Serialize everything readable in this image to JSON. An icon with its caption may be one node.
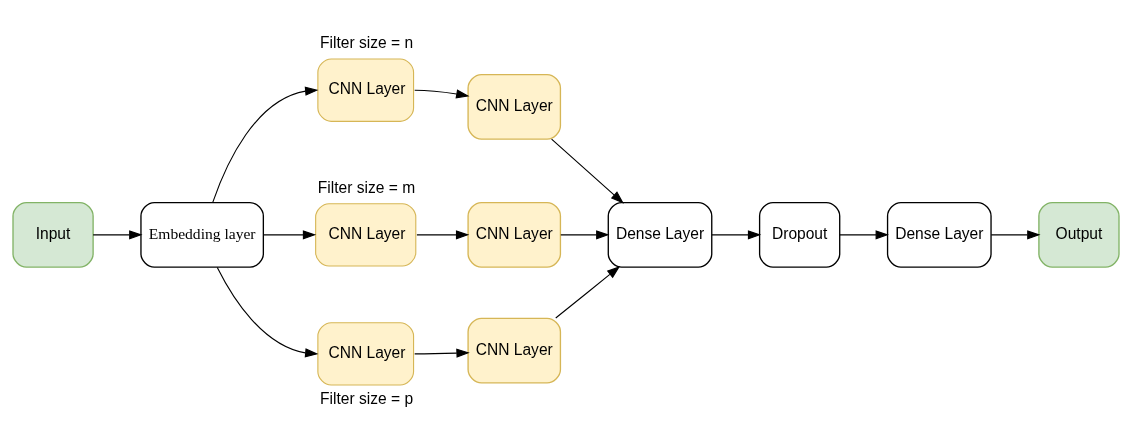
{
  "diagram": {
    "nodes": [
      {
        "text": [
          "Input"
        ]
      },
      {
        "text": [
          "Embedding layer"
        ]
      },
      {
        "text": [
          "CNN Layer"
        ],
        "beside": [
          "Filter size = n"
        ]
      },
      {
        "text": [
          "CNN Layer"
        ]
      },
      {
        "text": [
          "CNN Layer"
        ],
        "beside": [
          "Filter size = m"
        ]
      },
      {
        "text": [
          "CNN Layer"
        ]
      },
      {
        "text": [
          "CNN Layer"
        ],
        "beside": [
          "Filter size = p"
        ]
      },
      {
        "text": [
          "CNN Layer"
        ]
      },
      {
        "text": [
          "Dense Layer"
        ]
      },
      {
        "text": [
          "Dropout"
        ]
      },
      {
        "text": [
          "Dense Layer"
        ]
      },
      {
        "text": [
          "Output"
        ]
      }
    ],
    "edges": [
      {
        "from": 0,
        "to": 1,
        "arrow": "to"
      },
      {
        "from": 1,
        "to": 2,
        "arrow": "to"
      },
      {
        "from": 1,
        "to": 4,
        "arrow": "to"
      },
      {
        "from": 1,
        "to": 6,
        "arrow": "to"
      },
      {
        "from": 2,
        "to": 3,
        "arrow": "to"
      },
      {
        "from": 4,
        "to": 5,
        "arrow": "to"
      },
      {
        "from": 6,
        "to": 7,
        "arrow": "to"
      },
      {
        "from": 3,
        "to": 8,
        "arrow": "to"
      },
      {
        "from": 5,
        "to": 8,
        "arrow": "to"
      },
      {
        "from": 7,
        "to": 8,
        "arrow": "to"
      },
      {
        "from": 8,
        "to": 9,
        "arrow": "to"
      },
      {
        "from": 9,
        "to": 10,
        "arrow": "to"
      },
      {
        "from": 10,
        "to": 11,
        "arrow": "to"
      }
    ]
  }
}
